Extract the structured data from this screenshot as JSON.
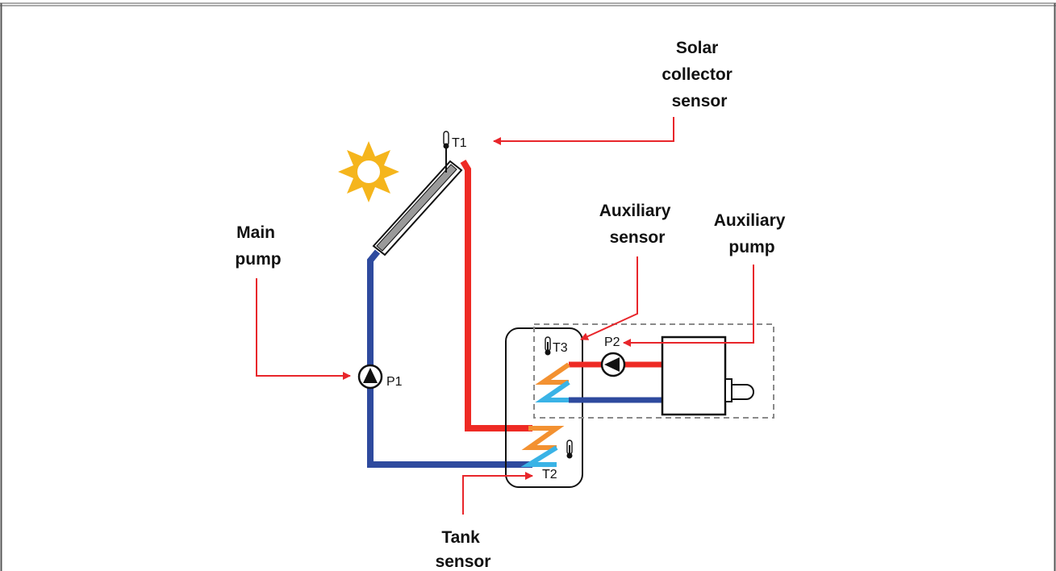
{
  "diagram": {
    "labels": {
      "solar_collector_sensor": [
        "Solar",
        "collector",
        "sensor"
      ],
      "main_pump": [
        "Main",
        "pump"
      ],
      "auxiliary_sensor": [
        "Auxiliary",
        "sensor"
      ],
      "auxiliary_pump": [
        "Auxiliary",
        "pump"
      ],
      "tank_sensor": [
        "Tank",
        "sensor"
      ]
    },
    "tags": {
      "t1": "T1",
      "t2": "T2",
      "t3": "T3",
      "p1": "P1",
      "p2": "P2"
    },
    "colors": {
      "hot_pipe": "#ee2a24",
      "cold_pipe": "#2e4a9e",
      "arrow": "#e8262b",
      "coil_hot": "#f39131",
      "coil_cold": "#3ab3e6",
      "sun": "#f5b51c",
      "dashed_box": "#8a8a8a"
    }
  }
}
